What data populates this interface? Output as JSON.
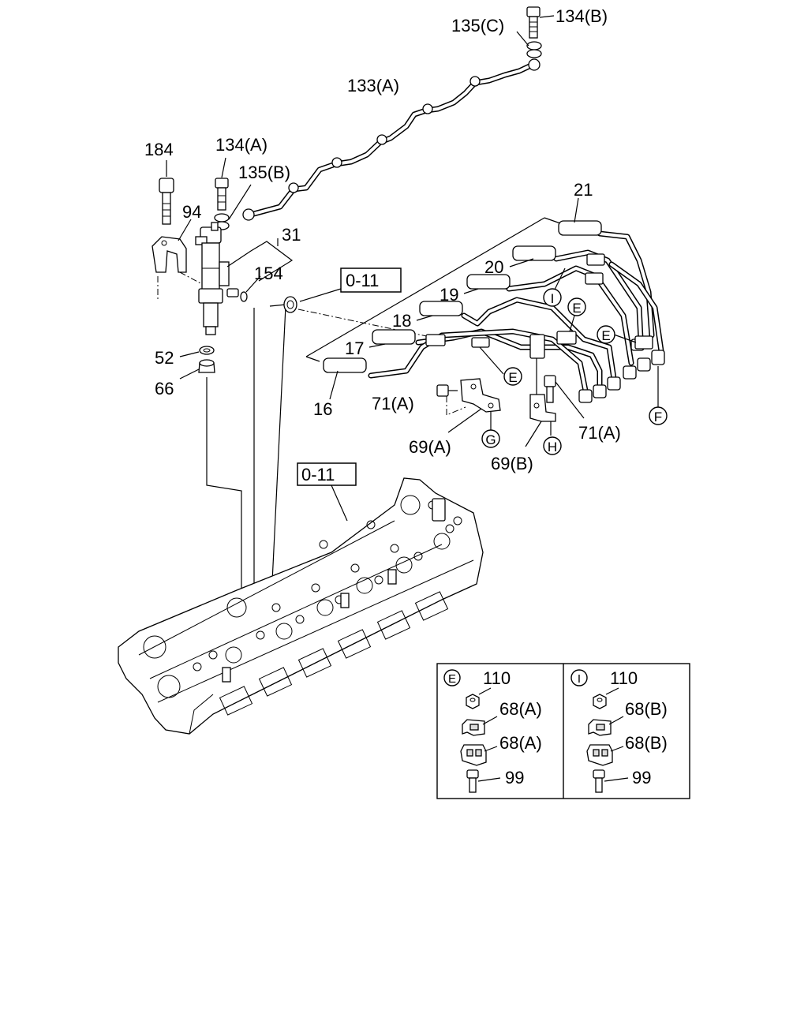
{
  "labels": {
    "l135c": "135(C)",
    "l134b": "134(B)",
    "l133a": "133(A)",
    "l184": "184",
    "l134a": "134(A)",
    "l135b": "135(B)",
    "l94": "94",
    "l31": "31",
    "l154": "154",
    "l52": "52",
    "l66": "66",
    "l21": "21",
    "l20": "20",
    "l19": "19",
    "l18": "18",
    "l17": "17",
    "l16": "16",
    "l71a_left": "71(A)",
    "l71a_right": "71(A)",
    "l69a": "69(A)",
    "l69b": "69(B)"
  },
  "reference_boxes": {
    "ref_top": "0-11",
    "ref_mid": "0-11"
  },
  "callouts": {
    "i_top": "I",
    "e_top": "E",
    "e_mid": "E",
    "e_right": "E",
    "f": "F",
    "g": "G",
    "h": "H"
  },
  "detail_e": {
    "badge": "E",
    "nut": "110",
    "clamp_upper": "68(A)",
    "clamp_lower": "68(A)",
    "bolt": "99"
  },
  "detail_i": {
    "badge": "I",
    "nut": "110",
    "clamp_upper": "68(B)",
    "clamp_lower": "68(B)",
    "bolt": "99"
  }
}
